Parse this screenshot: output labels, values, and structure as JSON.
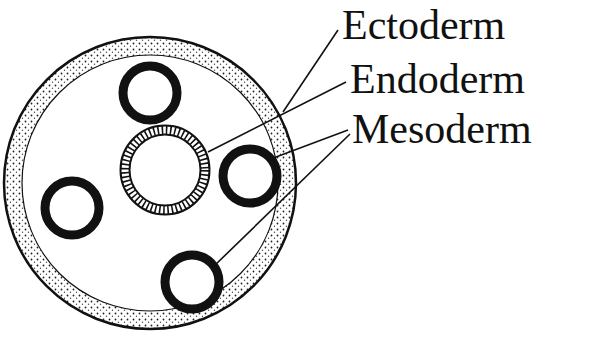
{
  "diagram": {
    "labels": [
      "Ectoderm",
      "Endoderm",
      "Mesoderm"
    ]
  }
}
